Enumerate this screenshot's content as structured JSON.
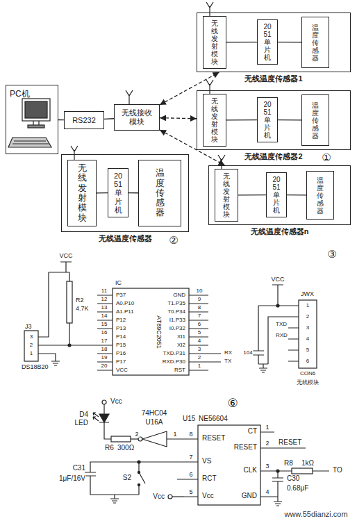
{
  "diagram": {
    "nodes": [
      {
        "text": [
          "无线温度传感器1"
        ]
      },
      {
        "text": [
          "无线发射模块"
        ],
        "in": 0
      },
      {
        "text": [
          "2051单片机"
        ],
        "in": 0
      },
      {
        "text": [
          "温度传感器"
        ],
        "in": 0
      },
      {
        "text": [
          "PC机"
        ]
      },
      {
        "text": [
          "RS232"
        ]
      },
      {
        "text": [
          "无线接收模块"
        ]
      },
      {
        "text": [
          "无线温度传感器2"
        ]
      },
      {
        "text": [
          "无线发射模块"
        ],
        "in": 7
      },
      {
        "text": [
          "2051单片机"
        ],
        "in": 7
      },
      {
        "text": [
          "温度传感器"
        ],
        "in": 7
      },
      {
        "text": [
          "无线温度传感器n"
        ]
      },
      {
        "text": [
          "无线发射模块"
        ],
        "in": 11
      },
      {
        "text": [
          "2051单片机"
        ],
        "in": 11
      },
      {
        "text": [
          "温度传感器"
        ],
        "in": 11
      },
      {
        "text": [
          "无线温度传感器"
        ]
      },
      {
        "text": [
          "无线发射模块"
        ],
        "in": 15
      },
      {
        "text": [
          "2051单片机"
        ],
        "in": 15
      },
      {
        "text": [
          "温度传感器"
        ],
        "in": 15
      }
    ],
    "edges": [
      {
        "from": 1,
        "to": 2,
        "arrow": "none"
      },
      {
        "from": 2,
        "to": 3,
        "arrow": "none"
      },
      {
        "from": 4,
        "to": 5,
        "arrow": "none"
      },
      {
        "from": 5,
        "to": 6,
        "arrow": "none"
      },
      {
        "from": 6,
        "to": 0,
        "arrow": "both"
      },
      {
        "from": 6,
        "to": 7,
        "arrow": "both"
      },
      {
        "from": 6,
        "to": 11,
        "arrow": "both"
      },
      {
        "from": 8,
        "to": 9,
        "arrow": "none"
      },
      {
        "from": 9,
        "to": 10,
        "arrow": "none"
      },
      {
        "from": 12,
        "to": 13,
        "arrow": "none"
      },
      {
        "from": 13,
        "to": 14,
        "arrow": "none"
      },
      {
        "from": 16,
        "to": 17,
        "arrow": "none"
      },
      {
        "from": 17,
        "to": 18,
        "arrow": "none"
      }
    ],
    "labels": [
      "①",
      "②",
      "③",
      "VCC",
      "R2",
      "4.7K",
      "J3",
      "3",
      "2",
      "1",
      "DS18B20",
      "IC",
      "11",
      "12",
      "13",
      "14",
      "15",
      "16",
      "17",
      "18",
      "19",
      "20",
      "P37",
      "A0.P10",
      "A1.P11",
      "P12",
      "P13",
      "P14",
      "P15",
      "P16",
      "P17",
      "VCC",
      "AT89C2051",
      "GND",
      "T1.P35",
      "T0.P34",
      "I1.P33",
      "I0.P32",
      "XI1",
      "XI2",
      "TXD.P31",
      "RXD.P30",
      "RST",
      "10",
      "9",
      "8",
      "7",
      "6",
      "5",
      "4",
      "3",
      "2",
      "1",
      "RX",
      "TX",
      "VCC",
      "JWX",
      "TXD",
      "RXD",
      "1",
      "2",
      "3",
      "4",
      "5",
      "6",
      "104",
      "CON6",
      "无线模块",
      "⑥",
      "Vcc",
      "D4",
      "LED",
      "74HC04",
      "U16A",
      "2",
      "1",
      "R6",
      "300Ω",
      "C31",
      "1μF/16V",
      "S2",
      "Vcc",
      "U15",
      "NE56604",
      "8",
      "RESET",
      "7",
      "VS",
      "6",
      "RCT",
      "5",
      "Vcc",
      "CT",
      "1",
      "RESET",
      "2",
      "CLK",
      "3",
      "GND",
      "4",
      "RESET",
      "R8",
      "1kΩ",
      "TO",
      "C30",
      "0.68μF",
      "www.55dianzi.com"
    ]
  }
}
